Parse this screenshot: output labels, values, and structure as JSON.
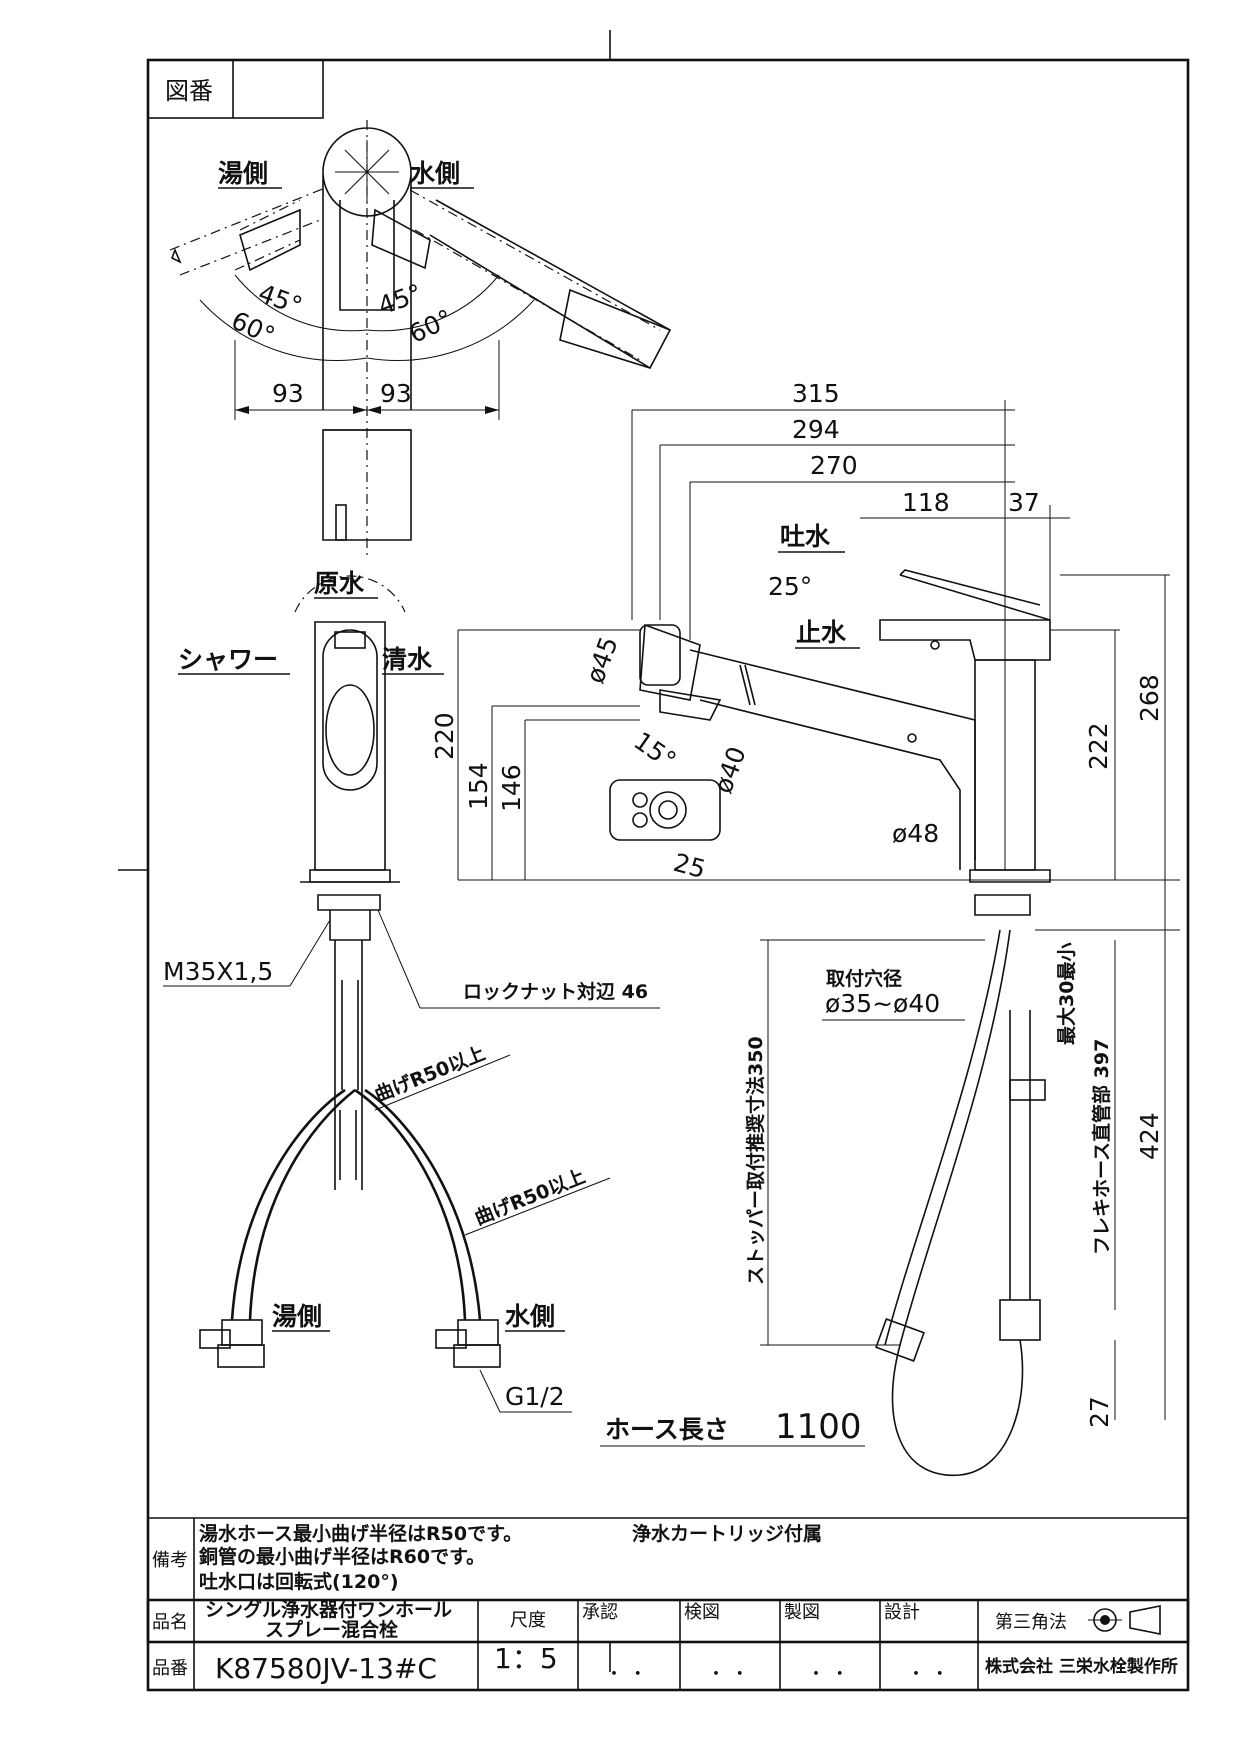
{
  "drawing": {
    "drawing_no_label": "図番",
    "top_view": {
      "hot_side": "湯側",
      "cold_side": "水側",
      "angle_inner_left": "45°",
      "angle_inner_right": "45°",
      "angle_outer_left": "60°",
      "angle_outer_right": "60°",
      "dim_left": "93",
      "dim_right": "93"
    },
    "front_view": {
      "raw_water": "原水",
      "shower": "シャワー",
      "purified_water": "清水",
      "thread": "M35X1,5",
      "locknut": "ロックナット対辺 46",
      "bend1": "曲げR50以上",
      "bend2": "曲げR50以上",
      "hot_side": "湯側",
      "cold_side": "水側",
      "pipe_thread": "G1/2"
    },
    "side_view": {
      "dim_315": "315",
      "dim_294": "294",
      "dim_270": "270",
      "dim_118": "118",
      "dim_37": "37",
      "spout_water": "吐水",
      "angle_25": "25°",
      "stop_water": "止水",
      "dia_45": "ø45",
      "dia_40": "ø40",
      "angle_15": "15°",
      "dim_25": "25",
      "dia_48": "ø48",
      "dim_220": "220",
      "dim_154": "154",
      "dim_146": "146",
      "dim_222": "222",
      "dim_268": "268",
      "mount_hole_label": "取付穴径",
      "mount_hole_value": "ø35~ø40",
      "max_30": "最大30最小",
      "stopper_dim": "ストッパー取付推奨寸法350",
      "flex_hose": "フレキホース直管部 397",
      "dim_424": "424",
      "dim_27": "27",
      "hose_length_label": "ホース長さ",
      "hose_length_value": "1100"
    }
  },
  "notes": {
    "label": "備考",
    "line1": "湯水ホース最小曲げ半径はR50です。",
    "line1_right": "浄水カートリッジ付属",
    "line2": "銅管の最小曲げ半径はR60です。",
    "line3": "吐水口は回転式(120°)"
  },
  "title_block": {
    "name_label": "品名",
    "name_line1": "シングル浄水器付ワンホール",
    "name_line2": "スプレー混合栓",
    "number_label": "品番",
    "number": "K87580JV-13#C",
    "scale_label": "尺度",
    "scale": "1：5",
    "approve": "承認",
    "check": "検図",
    "draft": "製図",
    "design": "設計",
    "dots": "・ ・",
    "projection": "第三角法",
    "company": "株式会社 三栄水栓製作所"
  }
}
